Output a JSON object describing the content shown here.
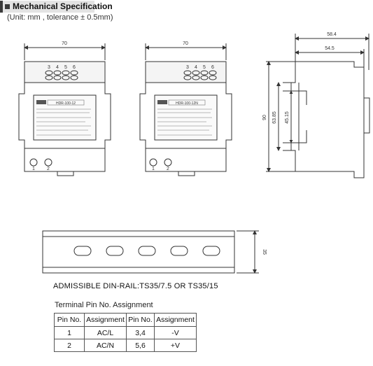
{
  "header": {
    "title": "Mechanical Specification",
    "tolerance_note": "(Unit: mm , tolerance ± 0.5mm)"
  },
  "front_views": {
    "width_dim": "70",
    "terminal_numbers_top": [
      "3",
      "4",
      "5",
      "6"
    ],
    "terminal_numbers_bottom": [
      "1",
      "2"
    ],
    "left_unit_model": "HDR-100-12",
    "right_unit_model": "HDR-100-12N"
  },
  "side_view": {
    "overall_depth": "58.4",
    "body_depth": "54.5",
    "height": "90",
    "height_inner": "63.85",
    "rail_slot": "45.15"
  },
  "din_rail": {
    "height_dim": "35",
    "caption": "ADMISSIBLE DIN-RAIL:TS35/7.5 OR TS35/15"
  },
  "pin_table": {
    "title": "Terminal Pin No.  Assignment",
    "headers": [
      "Pin No.",
      "Assignment",
      "Pin No.",
      "Assignment"
    ],
    "rows": [
      [
        "1",
        "AC/L",
        "3,4",
        "-V"
      ],
      [
        "2",
        "AC/N",
        "5,6",
        "+V"
      ]
    ]
  }
}
